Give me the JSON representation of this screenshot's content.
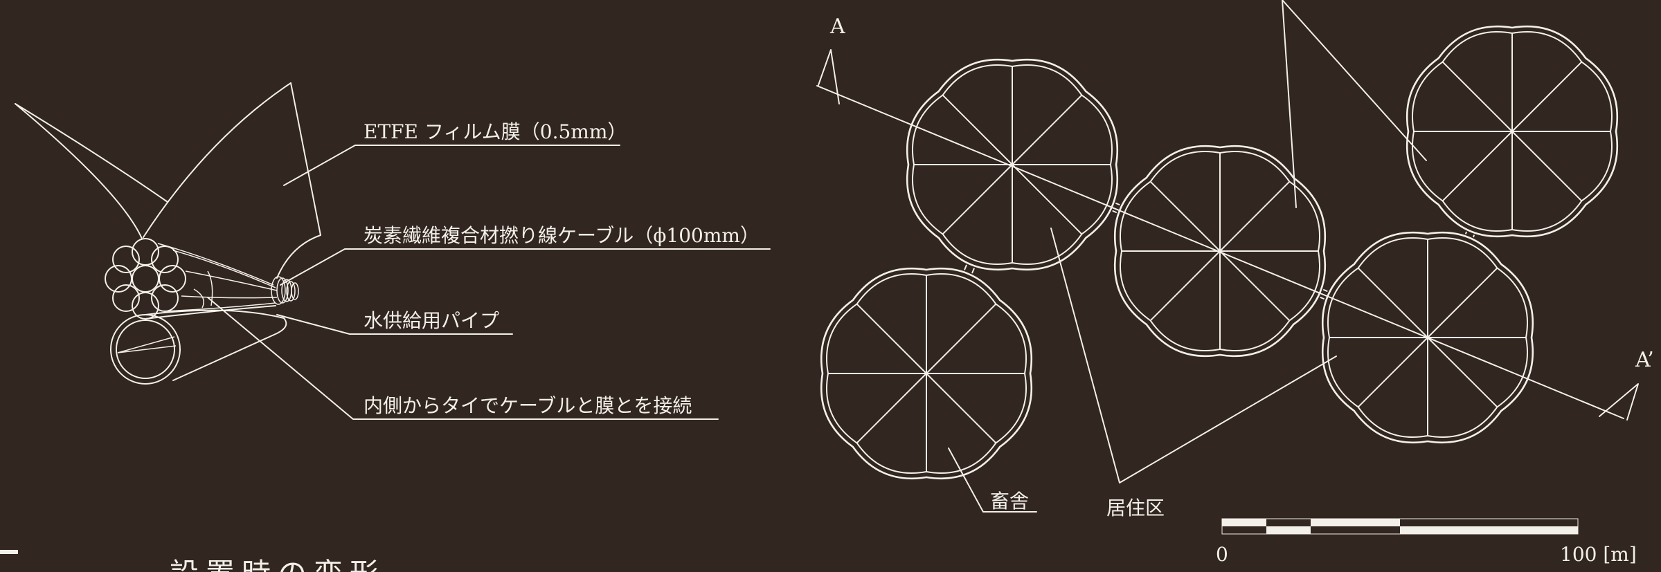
{
  "callouts": {
    "film": "ETFE フィルム膜（0.5mm）",
    "cable": "炭素繊維複合材撚り線ケーブル（ϕ100mm）",
    "pipe": "水供給用パイプ",
    "tie": "内側からタイでケーブルと膜とを接続"
  },
  "plan": {
    "section_start": "A",
    "section_end": "A’",
    "label_barn": "畜舎",
    "label_residential": "居住区"
  },
  "scale_bar": {
    "min_label": "0",
    "max_label": "100 [m]"
  },
  "bottom_heading": "設置時の変形",
  "colors": {
    "background": "#312620",
    "line": "#f3efe9"
  }
}
